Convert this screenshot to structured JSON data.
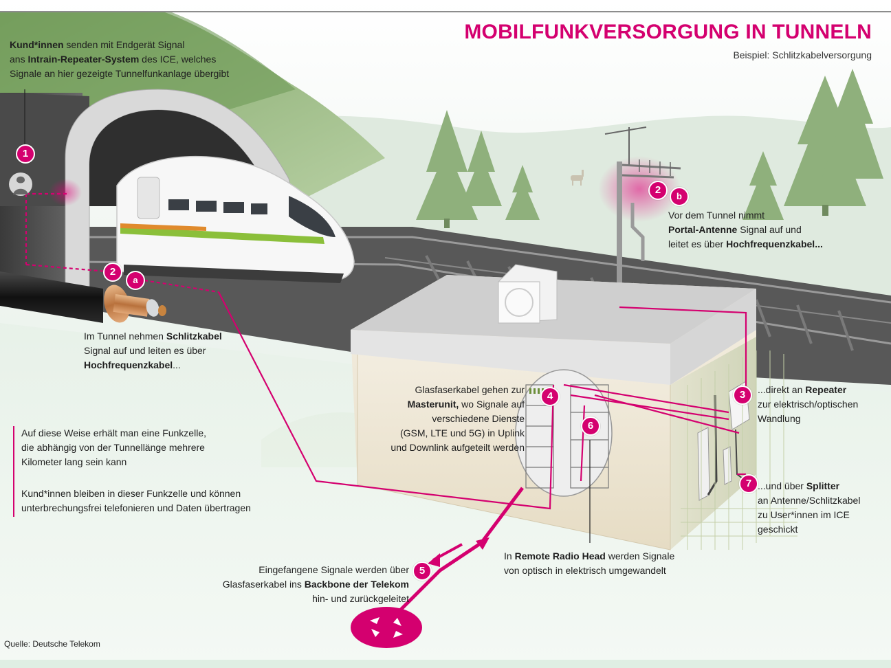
{
  "header": {
    "title": "MOBILFUNKVERSORGUNG IN TUNNELN",
    "subtitle": "Beispiel: Schlitzkabelversorgung"
  },
  "badges": {
    "n1": "1",
    "n2a": "2",
    "la": "a",
    "n2b": "2",
    "lb": "b",
    "n3": "3",
    "n4": "4",
    "n5": "5",
    "n6": "6",
    "n7": "7"
  },
  "callouts": {
    "c1": {
      "b1": "Kund*innen",
      "t1": " senden mit Endgerät Signal",
      "t2": "ans ",
      "b2": "Intrain-Repeater-System",
      "t3": " des ICE, welches",
      "t4": "Signale an hier gezeigte Tunnelfunkanlage übergibt"
    },
    "c2a": {
      "t1": "Im Tunnel nehmen ",
      "b1": "Schlitzkabel",
      "t2": "Signal auf und leiten es über",
      "b2": "Hochfrequenzkabel",
      "t3": "..."
    },
    "c2b": {
      "t1": "Vor dem Tunnel nimmt",
      "b1": "Portal-Antenne",
      "t2": " Signal auf und",
      "t3": "leitet es über ",
      "b2": "Hochfrequenzkabel..."
    },
    "c3": {
      "t1": "...direkt an ",
      "b1": "Repeater",
      "t2": "zur elektrisch/optischen",
      "t3": "Wandlung"
    },
    "c4": {
      "t1": "Glasfaserkabel gehen zur",
      "b1": "Masterunit,",
      "t2": " wo Signale auf",
      "t3": "verschiedene Dienste",
      "t4": "(GSM, LTE und 5G)  in Uplink",
      "t5": "und Downlink aufgeteilt werden"
    },
    "c5": {
      "t1": "Eingefangene Signale werden über",
      "t2": "Glasfaserkabel ins ",
      "b1": "Backbone der Telekom",
      "t3": "hin- und zurückgeleitet"
    },
    "c6": {
      "t1": "In ",
      "b1": "Remote Radio Head",
      "t2": " werden Signale",
      "t3": "von optisch in elektrisch umgewandelt"
    },
    "c7": {
      "t1": "...und über ",
      "b1": "Splitter",
      "t2": "an Antenne/Schlitzkabel",
      "t3": "zu User*innen im ICE",
      "t4": "geschickt"
    }
  },
  "info": {
    "p1a": "Auf diese Weise erhält man eine Funkzelle,",
    "p1b": "die abhängig von der Tunnellänge mehrere",
    "p1c": "Kilometer lang sein kann",
    "p2a": "Kund*innen bleiben in dieser Funkzelle und können",
    "p2b": "unterbrechungsfrei telefonieren und Daten übertragen"
  },
  "footer": {
    "source": "Quelle: Deutsche Telekom"
  },
  "colors": {
    "magenta": "#d4006f",
    "hill": "#8fb27a",
    "sky": "#e8f1ea",
    "rail": "#6e6e6e"
  }
}
